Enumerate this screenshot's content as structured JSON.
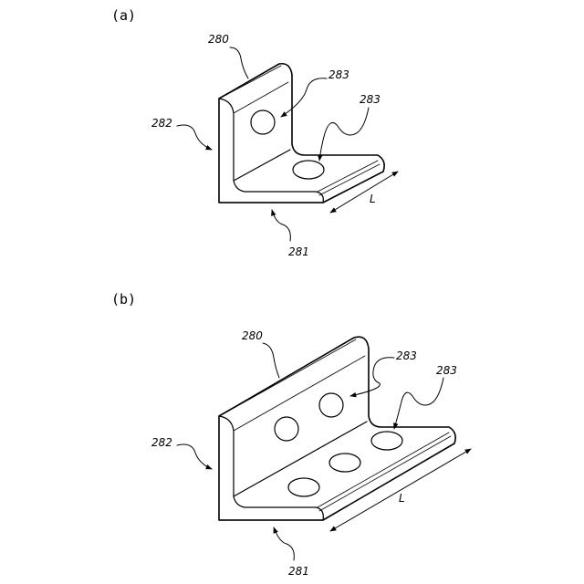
{
  "figure_a": {
    "panel_label": "(a)",
    "refs": {
      "bracket": "280",
      "bottom_leg": "281",
      "side": "282",
      "hole_upper": "283",
      "hole_lower": "283",
      "length": "L"
    }
  },
  "figure_b": {
    "panel_label": "(b)",
    "refs": {
      "bracket": "280",
      "bottom_leg": "281",
      "side": "282",
      "hole_upper": "283",
      "hole_lower": "283",
      "length": "L"
    }
  }
}
